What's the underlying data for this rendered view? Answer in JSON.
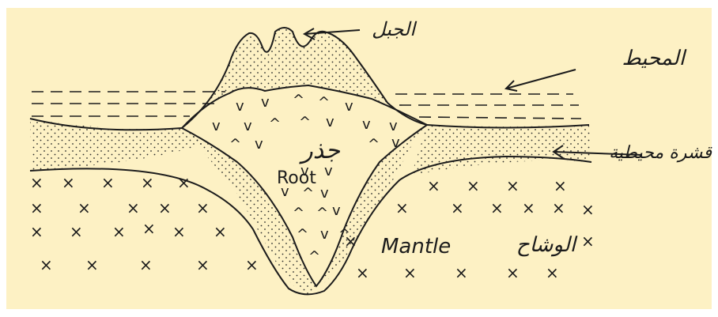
{
  "labels": {
    "mountain": "الجبل",
    "ocean": "المحيط",
    "oceanic_crust": "قشرة محيطية",
    "root_arabic": "جذر",
    "root_english": "Root",
    "mantle_arabic": "الوشاح",
    "mantle_english": "Mantle"
  },
  "colors": {
    "paper": "#fdf1c4",
    "ink": "#1c1c1c"
  }
}
